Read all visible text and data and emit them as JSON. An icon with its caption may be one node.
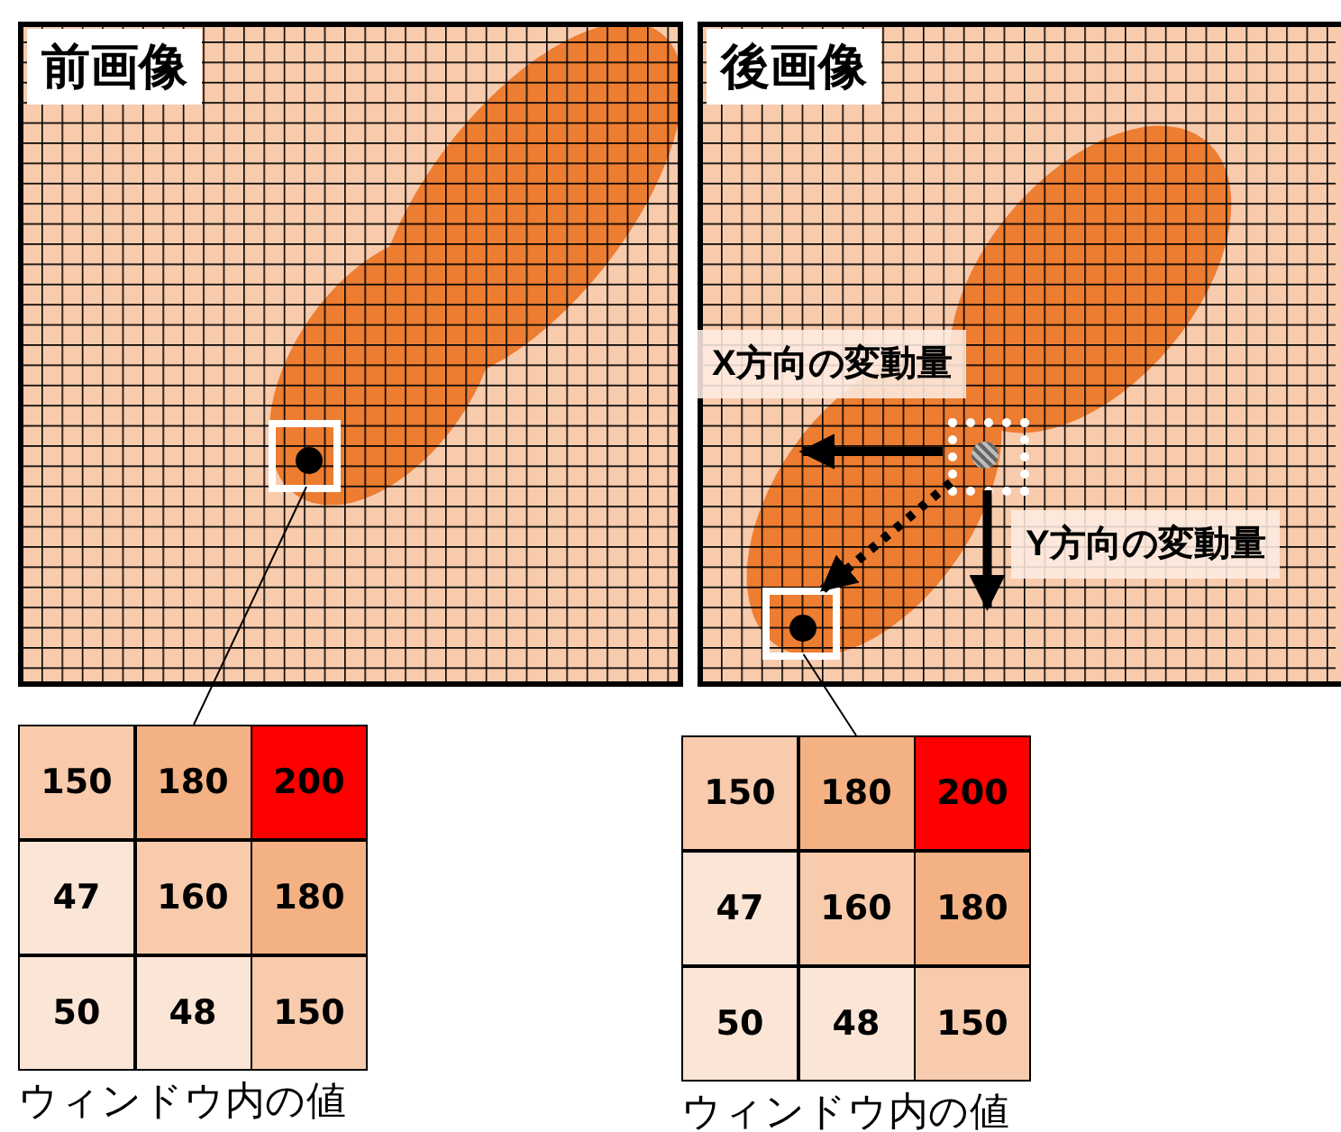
{
  "diagram": {
    "nodes": [
      {
        "text": [
          "前画像"
        ]
      },
      {
        "text": [],
        "shape": "box",
        "in": 0
      },
      {
        "text": [
          "後画像"
        ]
      },
      {
        "text": [
          "X方向の変動量"
        ],
        "in": 2
      },
      {
        "text": [],
        "shape": "box",
        "in": 2
      },
      {
        "text": [
          "Y方向の変動量"
        ],
        "in": 2
      },
      {
        "text": [],
        "shape": "box",
        "in": 2
      },
      {
        "text": [
          "150",
          "180",
          "200",
          "47",
          "160",
          "180",
          "50",
          "48",
          "150"
        ],
        "beside": [
          "ウィンドウ内の値"
        ]
      },
      {
        "text": [
          "150",
          "180",
          "200",
          "47",
          "160",
          "180",
          "50",
          "48",
          "150"
        ],
        "beside": [
          "ウィンドウ内の値"
        ]
      }
    ],
    "edges": [
      {
        "from": 4,
        "to": 3,
        "arrow": "to"
      },
      {
        "from": 4,
        "to": 5,
        "arrow": "to"
      },
      {
        "from": 4,
        "to": 6,
        "arrow": "to",
        "style": "dashed"
      },
      {
        "from": 1,
        "to": 7,
        "arrow": "none"
      },
      {
        "from": 6,
        "to": 8,
        "arrow": "none"
      }
    ]
  }
}
